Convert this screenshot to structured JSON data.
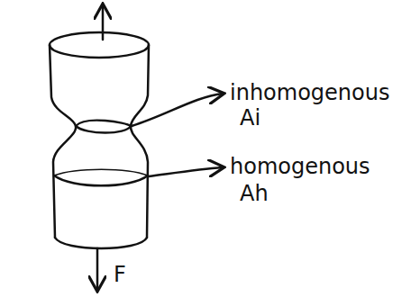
{
  "diagram": {
    "labels": [
      "inhomogenous",
      "Ai",
      "homogenous",
      "Ah",
      "F"
    ]
  }
}
